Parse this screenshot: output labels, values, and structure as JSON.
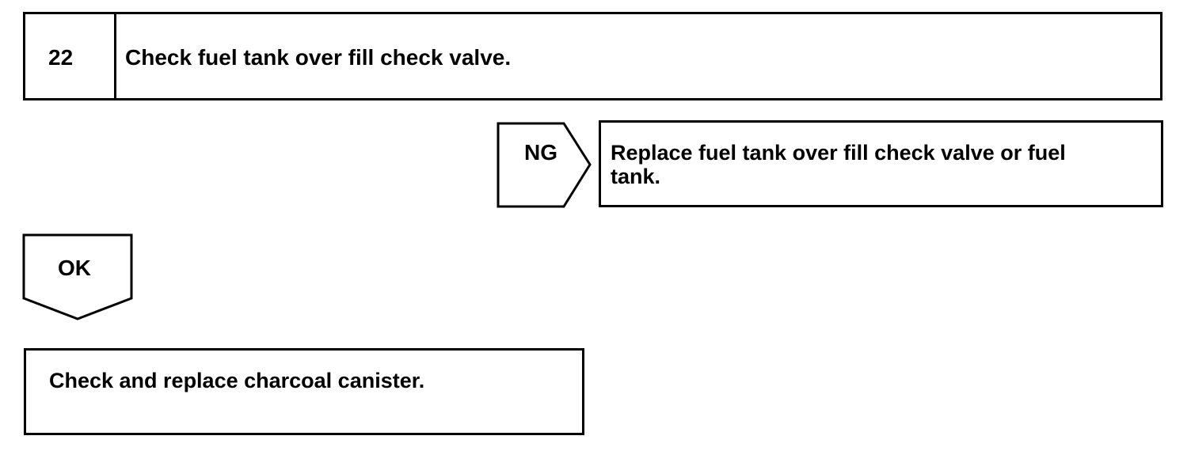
{
  "step": {
    "number": "22",
    "title": "Check fuel tank over fill check valve."
  },
  "ng_branch": {
    "label": "NG",
    "action_line1": "Replace fuel tank over fill check valve or fuel",
    "action_line2": "tank."
  },
  "ok_branch": {
    "label": "OK",
    "action": "Check and replace charcoal canister."
  }
}
